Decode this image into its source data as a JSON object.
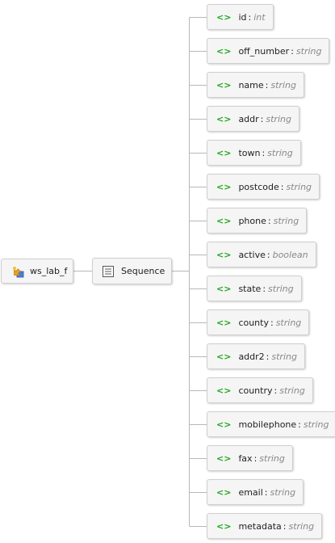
{
  "root": {
    "label": "ws_lab_f",
    "icon": "schema-element-icon"
  },
  "sequence": {
    "label": "Sequence",
    "icon": "sequence-list-icon"
  },
  "field_tag": "<>",
  "fields": [
    {
      "name": "id",
      "type": "int"
    },
    {
      "name": "off_number",
      "type": "string"
    },
    {
      "name": "name",
      "type": "string"
    },
    {
      "name": "addr",
      "type": "string"
    },
    {
      "name": "town",
      "type": "string"
    },
    {
      "name": "postcode",
      "type": "string"
    },
    {
      "name": "phone",
      "type": "string"
    },
    {
      "name": "active",
      "type": "boolean"
    },
    {
      "name": "state",
      "type": "string"
    },
    {
      "name": "county",
      "type": "string"
    },
    {
      "name": "addr2",
      "type": "string"
    },
    {
      "name": "country",
      "type": "string"
    },
    {
      "name": "mobilephone",
      "type": "string"
    },
    {
      "name": "fax",
      "type": "string"
    },
    {
      "name": "email",
      "type": "string"
    },
    {
      "name": "metadata",
      "type": "string"
    }
  ],
  "colors": {
    "node_bg": "#f5f5f5",
    "node_border": "#cfcfcf",
    "tag_green": "#1ea81e",
    "type_gray": "#888888",
    "connector": "#b8b8b8"
  }
}
